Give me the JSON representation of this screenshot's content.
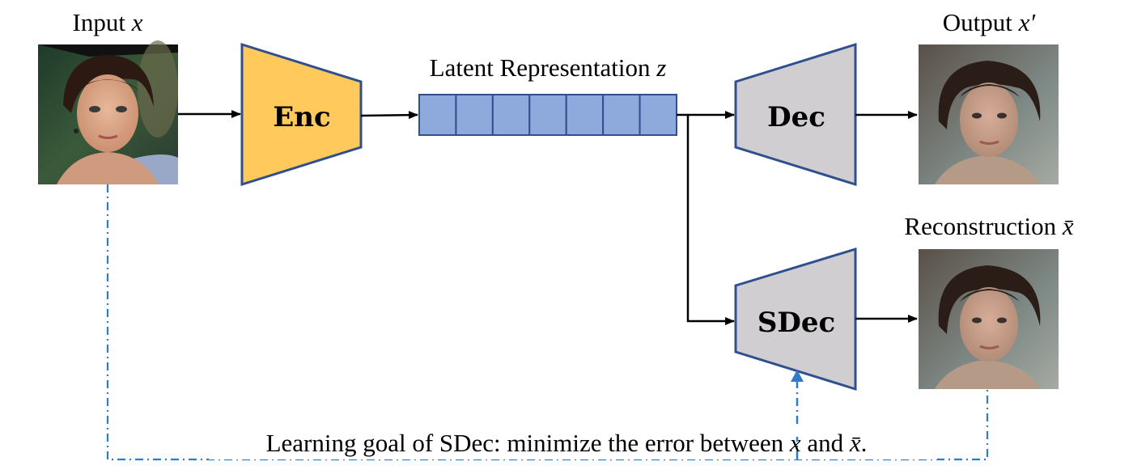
{
  "labels": {
    "input": "Input",
    "input_var": "x",
    "latent": "Latent Representation",
    "latent_var": "z",
    "output": "Output",
    "output_var": "x′",
    "reconstruction": "Reconstruction",
    "reconstruction_var": "x̄",
    "goal_prefix": "Learning goal of SDec: minimize the error between",
    "goal_var1": "x",
    "goal_and": "and",
    "goal_var2": "x̄",
    "goal_end": "."
  },
  "blocks": {
    "enc": "Enc",
    "dec": "Dec",
    "sdec": "SDec"
  },
  "latent_cells": 7,
  "colors": {
    "enc_fill": "#FFC95C",
    "block_stroke": "#2F4F8F",
    "dec_fill": "#D0CED0",
    "latent_fill": "#8EA9DB",
    "dashed_line": "#2F7BC8"
  }
}
